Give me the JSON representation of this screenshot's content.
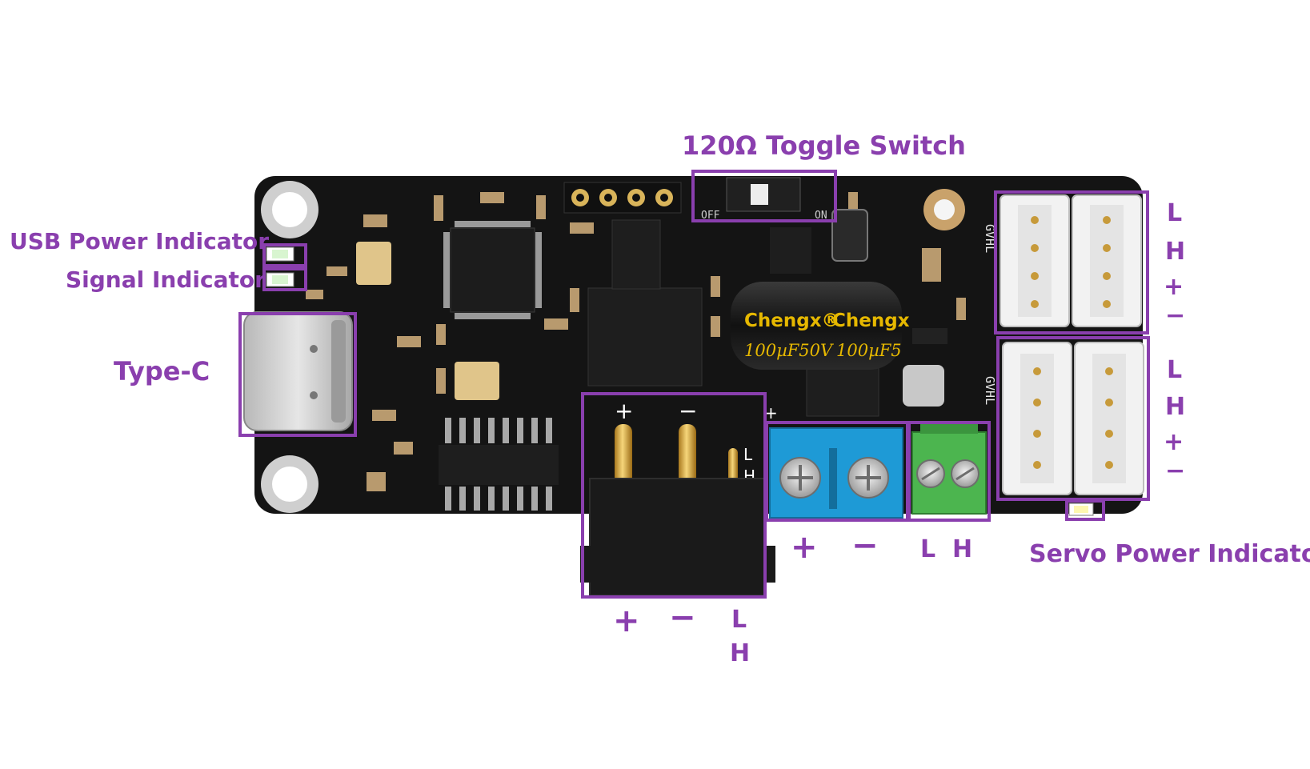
{
  "labels": {
    "toggle_switch": "120Ω Toggle Switch",
    "usb_power_indicator": "USB Power Indicator",
    "signal_indicator": "Signal Indicator",
    "type_c": "Type-C",
    "servo_power_indicator": "Servo Power Indicator"
  },
  "pins": {
    "servo_top": [
      "L",
      "H",
      "+",
      "−"
    ],
    "servo_bottom": [
      "L",
      "H",
      "+",
      "−"
    ],
    "xt_plus": "+",
    "xt_minus": "−",
    "xt_l": "L",
    "xt_h": "H",
    "blue_plus": "+",
    "blue_minus": "−",
    "green_l": "L",
    "green_h": "H"
  },
  "silkscreen": {
    "switch_off": "OFF",
    "switch_on": "ON",
    "cap_brand": "Chengx®",
    "cap_brand2": "Chengx",
    "cap_value": "100µF50V",
    "cap_value2": "100µF5",
    "xt_plus": "+",
    "xt_minus": "−",
    "xt_l": "L",
    "xt_h": "H",
    "terminal_plus": "+",
    "side_mark_top": "GVHL",
    "side_mark_bottom": "GVHL"
  },
  "colors": {
    "accent": "#8a3fae",
    "board": "#141414",
    "terminal_blue": "#1e9ad6",
    "terminal_green": "#4cb54f",
    "connector_white": "#f2f2f2",
    "cap_body": "#1b1b1b",
    "cap_text": "#e6b800"
  }
}
